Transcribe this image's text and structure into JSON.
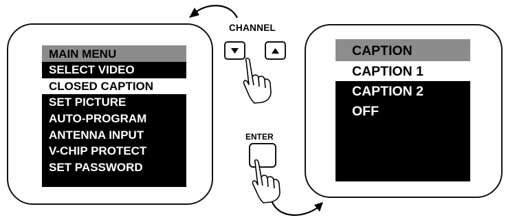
{
  "main_menu": {
    "title": "MAIN MENU",
    "items": [
      {
        "label": "SELECT VIDEO",
        "selected": false
      },
      {
        "label": "CLOSED CAPTION",
        "selected": true
      },
      {
        "label": "SET PICTURE",
        "selected": false
      },
      {
        "label": "AUTO-PROGRAM",
        "selected": false
      },
      {
        "label": "ANTENNA INPUT",
        "selected": false
      },
      {
        "label": "V-CHIP PROTECT",
        "selected": false
      },
      {
        "label": "SET PASSWORD",
        "selected": false
      }
    ]
  },
  "caption_menu": {
    "title": "CAPTION",
    "items": [
      {
        "label": "CAPTION 1",
        "selected": true
      },
      {
        "label": "CAPTION 2",
        "selected": false
      },
      {
        "label": "OFF",
        "selected": false
      }
    ]
  },
  "remote": {
    "channel_label": "CHANNEL",
    "enter_label": "ENTER",
    "channel_down_icon": "triangle-down-icon",
    "channel_up_icon": "triangle-up-icon",
    "hand_icon": "pointing-hand-icon"
  },
  "colors": {
    "menu_background": "#000000",
    "menu_title_background": "#8c8c8c",
    "menu_text": "#ffffff",
    "selected_background": "#ffffff",
    "selected_text": "#000000"
  }
}
